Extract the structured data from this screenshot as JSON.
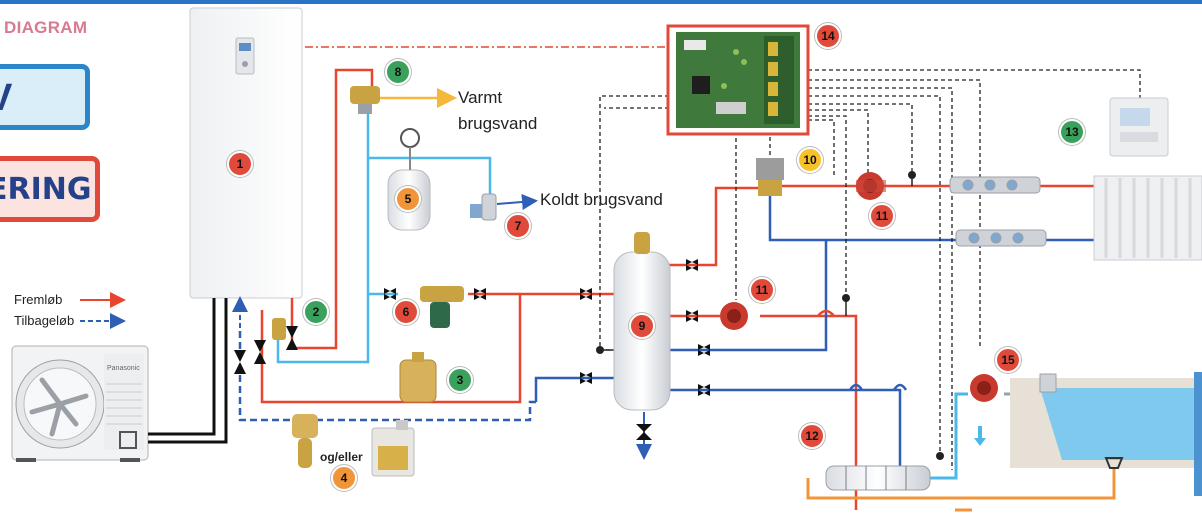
{
  "header": {
    "title": "DIAGRAM"
  },
  "tags": {
    "blue_partial": "V",
    "red_partial": "ERING"
  },
  "legend": {
    "supply": "Fremløb",
    "return": "Tilbageløb"
  },
  "labels": {
    "hot_water": "Varmt brugsvand",
    "hot_water_line1": "Varmt",
    "hot_water_line2": "brugsvand",
    "cold_water": "Koldt brugsvand",
    "and_or": "og/eller",
    "outdoor_brand": "Panasonic"
  },
  "callouts": [
    {
      "n": "1",
      "color": "#e04a3a"
    },
    {
      "n": "2",
      "color": "#3aa15c"
    },
    {
      "n": "3",
      "color": "#3aa15c"
    },
    {
      "n": "4",
      "color": "#f0953a"
    },
    {
      "n": "5",
      "color": "#f0953a"
    },
    {
      "n": "6",
      "color": "#e04a3a"
    },
    {
      "n": "7",
      "color": "#e04a3a"
    },
    {
      "n": "8",
      "color": "#3aa15c"
    },
    {
      "n": "9",
      "color": "#e04a3a"
    },
    {
      "n": "10",
      "color": "#f7c12c"
    },
    {
      "n": "11",
      "color": "#e04a3a"
    },
    {
      "n": "12",
      "color": "#e04a3a"
    },
    {
      "n": "13",
      "color": "#3aa15c"
    },
    {
      "n": "14",
      "color": "#e04a3a"
    },
    {
      "n": "15",
      "color": "#e04a3a"
    }
  ],
  "colors": {
    "supply": "#e8452f",
    "return": "#2f5fb4",
    "dhw_cold": "#4bb8ea",
    "dhw_hot": "#f4b93a",
    "pool_loop": "#f0953a",
    "signal": "#222222",
    "pool_water": "#7fc8ee"
  },
  "icons": [
    "valve-icon",
    "pump-icon",
    "drain-arrow-icon",
    "manometer-icon",
    "thermostat-icon"
  ]
}
